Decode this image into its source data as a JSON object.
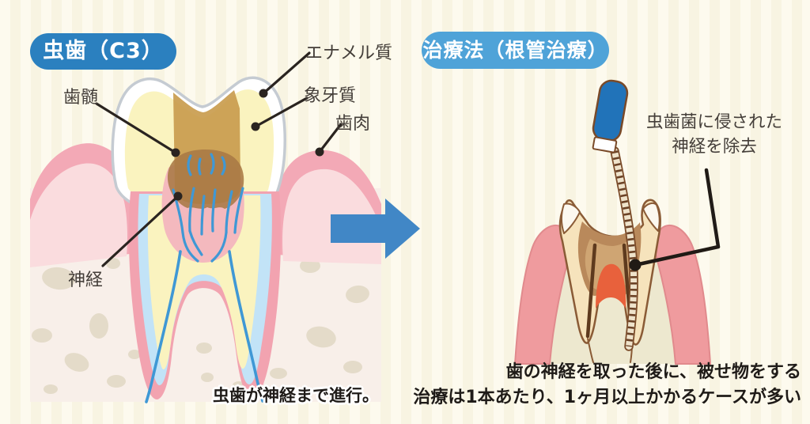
{
  "colors": {
    "background": "#FCF8E6",
    "badge_left_bg": "#2B80BF",
    "badge_right_bg": "#4FA3D8",
    "badge_text": "#FFFFFF",
    "arrow": "#4187C6",
    "nerve_blue": "#3F98D5",
    "gum_pink": "#F3A9B6",
    "decay_brown": "#A97945",
    "file_handle_blue": "#2173B9",
    "label_text": "#443E39",
    "caption_text": "#1F1B18"
  },
  "left_panel": {
    "badge": "虫歯（C3）",
    "labels": {
      "pulp": "歯髄",
      "enamel": "エナメル質",
      "dentin": "象牙質",
      "gum": "歯肉",
      "nerve": "神経"
    },
    "caption": "虫歯が神経まで進行。"
  },
  "right_panel": {
    "badge": "治療法（根管治療）",
    "annotation": {
      "line1": "虫歯菌に侵された",
      "line2": "神経を除去"
    },
    "caption": {
      "line1": "歯の神経を取った後に、被せ物をする",
      "line2": "治療は1本あたり、1ヶ月以上かかるケースが多い"
    }
  }
}
